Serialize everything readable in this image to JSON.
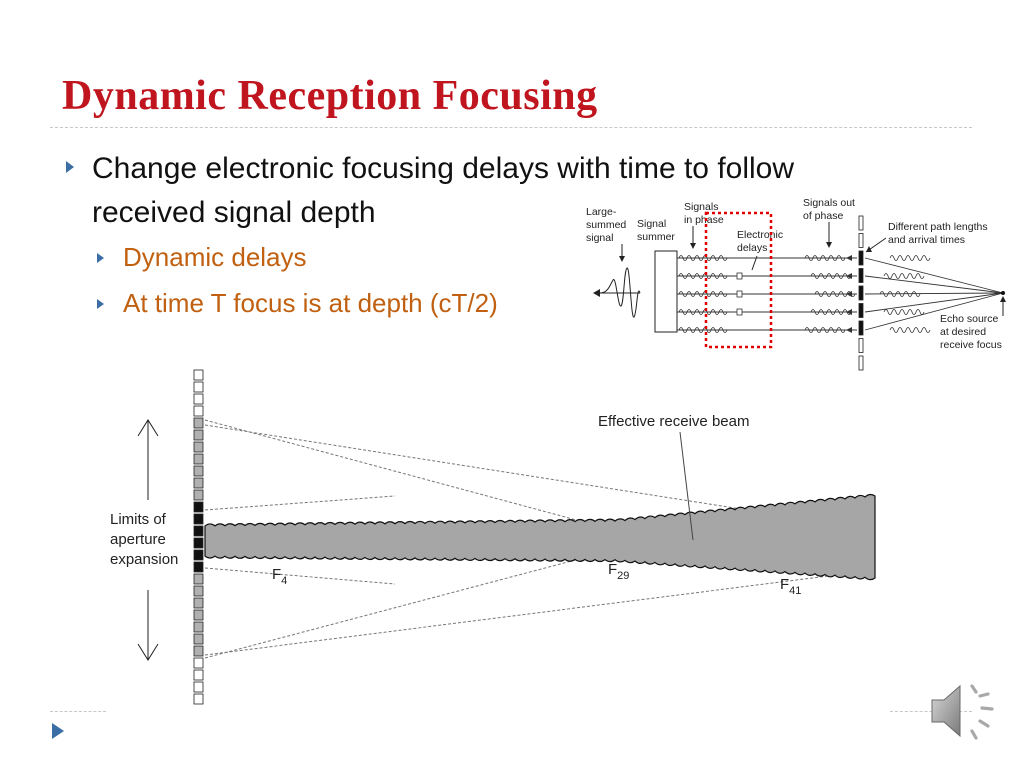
{
  "slide": {
    "title": "Dynamic Reception Focusing",
    "bullet": "Change electronic focusing delays with time to follow received signal depth",
    "sub_bullets": [
      "Dynamic delays",
      "At time T focus is at depth (cT/2)"
    ]
  },
  "top_diagram": {
    "labels": {
      "large_summed": [
        "Large-",
        "summed",
        "signal"
      ],
      "summer": [
        "Signal",
        "summer"
      ],
      "in_phase": [
        "Signals",
        "in phase"
      ],
      "electronic_delays": [
        "Electronic",
        "delays"
      ],
      "out_of_phase": [
        "Signals out",
        "of phase"
      ],
      "path_lengths": [
        "Different path lengths",
        "and arrival times"
      ],
      "echo_source": [
        "Echo source",
        "at desired",
        "receive focus"
      ]
    },
    "highlight_color": "#e00000"
  },
  "beam_diagram": {
    "labels": {
      "effective_beam": "Effective receive beam",
      "limits": [
        "Limits of",
        "aperture",
        "expansion"
      ]
    },
    "foci": [
      {
        "letter": "F",
        "sub": "4"
      },
      {
        "letter": "F",
        "sub": "29"
      },
      {
        "letter": "F",
        "sub": "41"
      }
    ],
    "beam_color": "#a6a6a6"
  },
  "colors": {
    "title": "#c0141e",
    "sub_bullet": "#c06010",
    "arrow": "#3a6ea5"
  }
}
